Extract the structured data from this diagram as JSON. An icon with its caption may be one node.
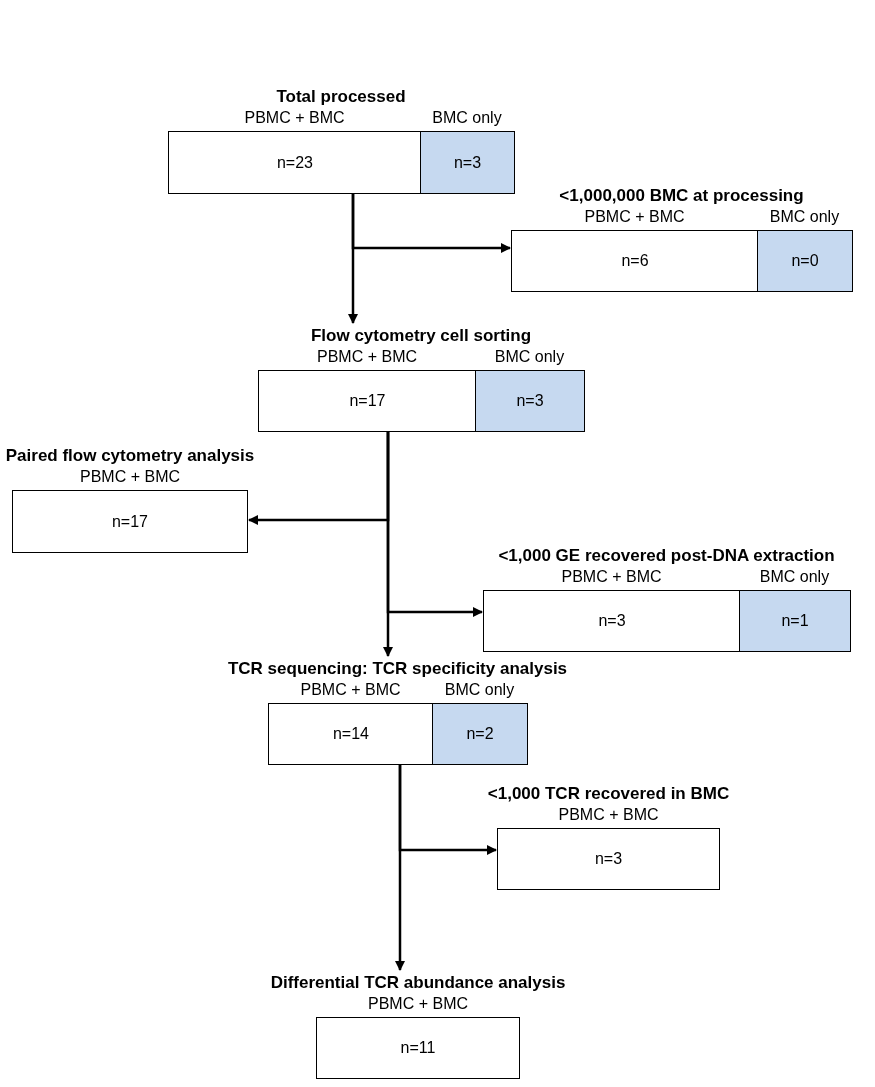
{
  "diagram": {
    "nodes": [
      {
        "text": [
          "Total processed"
        ]
      },
      {
        "text": [
          "PBMC + BMC",
          "n=23"
        ],
        "in": 0
      },
      {
        "text": [
          "BMC only",
          "n=3"
        ],
        "in": 0
      },
      {
        "text": [
          "<1,000,000 BMC at processing"
        ]
      },
      {
        "text": [
          "PBMC + BMC",
          "n=6"
        ],
        "in": 3
      },
      {
        "text": [
          "BMC only",
          "n=0"
        ],
        "in": 3
      },
      {
        "text": [
          "Flow cytometry cell sorting"
        ]
      },
      {
        "text": [
          "PBMC + BMC",
          "n=17"
        ],
        "in": 6
      },
      {
        "text": [
          "BMC only",
          "n=3"
        ],
        "in": 6
      },
      {
        "text": [
          "Paired flow cytometry analysis",
          "PBMC + BMC",
          "n=17"
        ]
      },
      {
        "text": [
          "<1,000 GE recovered post-DNA extraction"
        ]
      },
      {
        "text": [
          "PBMC + BMC",
          "n=3"
        ],
        "in": 10
      },
      {
        "text": [
          "BMC only",
          "n=1"
        ],
        "in": 10
      },
      {
        "text": [
          "TCR sequencing: TCR specificity analysis"
        ]
      },
      {
        "text": [
          "PBMC + BMC",
          "n=14"
        ],
        "in": 13
      },
      {
        "text": [
          "BMC only",
          "n=2"
        ],
        "in": 13
      },
      {
        "text": [
          "<1,000 TCR recovered in BMC",
          "PBMC + BMC",
          "n=3"
        ]
      },
      {
        "text": [
          "Differential  TCR abundance analysis",
          "PBMC + BMC",
          "n=11"
        ]
      }
    ],
    "edges": [
      {
        "from": 0,
        "to": 3,
        "arrow": "to"
      },
      {
        "from": 0,
        "to": 6,
        "arrow": "to"
      },
      {
        "from": 6,
        "to": 9,
        "arrow": "to"
      },
      {
        "from": 6,
        "to": 10,
        "arrow": "to"
      },
      {
        "from": 6,
        "to": 13,
        "arrow": "to"
      },
      {
        "from": 13,
        "to": 16,
        "arrow": "to"
      },
      {
        "from": 13,
        "to": 17,
        "arrow": "to"
      }
    ]
  }
}
